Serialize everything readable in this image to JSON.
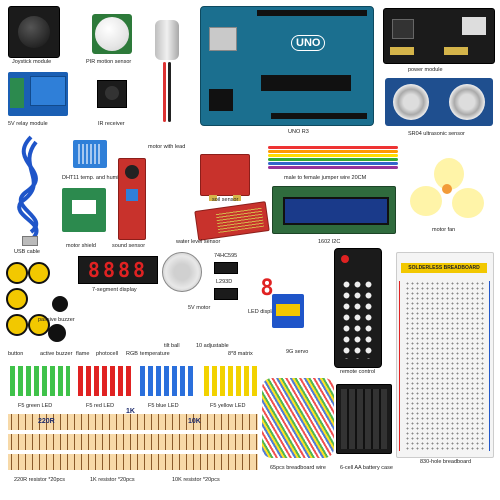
{
  "labels": {
    "joystick": "Joystick module",
    "pir": "PIR motion sensor",
    "motor_lead": "motor with lead",
    "uno": "UNO R3",
    "power_module": "power module",
    "relay": "5V relay module",
    "ir_receiver": "IR receiver",
    "sr04": "SR04 ultrasonic sensor",
    "dht11": "DHT11 temp. and humidity",
    "jumper": "male to female jumper wire 20CM",
    "soil": "soil sensor",
    "motor_shield": "motor shield",
    "sound": "sound sensor",
    "water": "water level sensor",
    "lcd": "1602 I2C",
    "fan": "motor fan",
    "usb": "USB cable",
    "seg7": "7-segment display",
    "chip": "74HC595",
    "chip2": "L293D",
    "stepper": "5V motor",
    "passive_buzzer": "passive buzzer",
    "led_display": "LED display",
    "rgb": "RGB",
    "flame": "flame",
    "photocell": "photocell",
    "temperature": "temperature",
    "tilt": "tilt ball",
    "adjustable": "10 adjustable",
    "matrix": "8*8 matrix",
    "servo": "9G servo",
    "remote": "remote control",
    "button": "button",
    "active_buzzer": "active buzzer",
    "green_led": "F5 green LED",
    "red_led": "F5 red LED",
    "blue_led": "F5 blue LED",
    "yellow_led": "F5 yellow LED",
    "breadboard_wire": "65pcs breadboard wire",
    "battery_case": "6-cell AA battery case",
    "breadboard": "830-hole breadboard",
    "r220": "220R resistor *20pcs",
    "r1k": "1K resistor *20pcs",
    "r10k": "10K resistor *20pcs",
    "band_220": "220R",
    "band_1k": "1K",
    "band_10k": "10K",
    "uno_brand": "UNO",
    "breadboard_brand": "SOLDERLESS BREADBOARD"
  },
  "colors": {
    "uno_board": "#1b6f8f",
    "relay_board": "#1a5fb4",
    "sensor_red": "#c8322c",
    "joystick_cap": "#222222",
    "lcd_screen": "#1a3a8a",
    "fan_blade": "#fff4a8",
    "fan_center": "#f29b38",
    "breadboard": "#f4f4f4",
    "usb_cable": "#1f55c9"
  }
}
